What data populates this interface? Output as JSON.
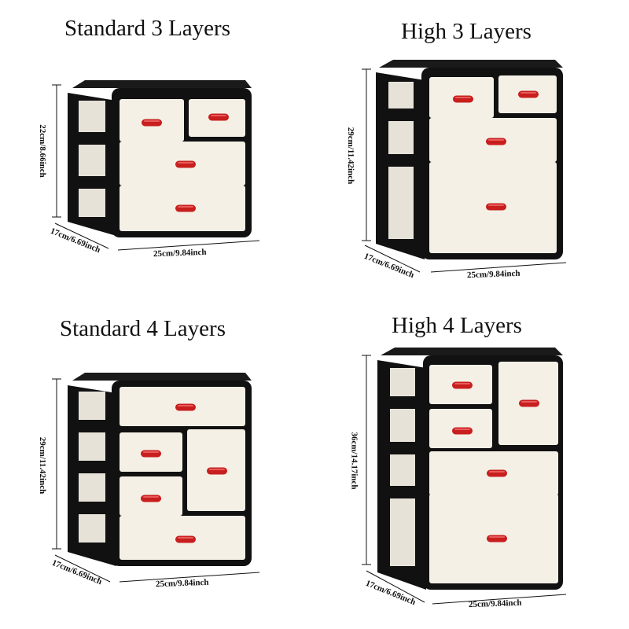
{
  "panels": [
    {
      "title": "Standard 3 Layers",
      "height_label": "22cm/8.66inch",
      "depth_label": "17cm/6.69inch",
      "width_label": "25cm/9.84inch"
    },
    {
      "title": "High 3 Layers",
      "height_label": "29cm/11.42inch",
      "depth_label": "17cm/6.69inch",
      "width_label": "25cm/9.84inch"
    },
    {
      "title": "Standard 4 Layers",
      "height_label": "29cm/11.42inch",
      "depth_label": "17cm/6.69inch",
      "width_label": "25cm/9.84inch"
    },
    {
      "title": "High 4 Layers",
      "height_label": "36cm/14.17inch",
      "depth_label": "17cm/6.69inch",
      "width_label": "25cm/9.84inch"
    }
  ],
  "colors": {
    "frame": "#111111",
    "drawer": "#f4f0e6",
    "handle": "#c81e1e",
    "side": "#e6e2d8"
  }
}
